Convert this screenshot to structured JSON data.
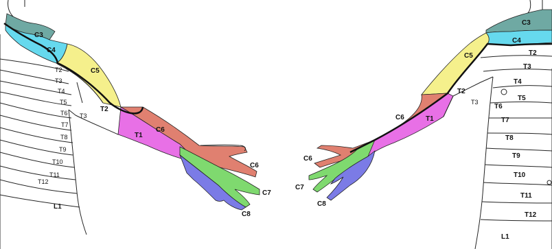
{
  "colors": {
    "C3": "#6fa9a3",
    "C4": "#66d9ee",
    "C5": "#f5f08c",
    "C6": "#e08070",
    "C7": "#7fd96f",
    "C8": "#7b7be6",
    "T1": "#e870e6",
    "T2": "#ffffff",
    "outline": "#222222"
  },
  "left_figure": {
    "labels": {
      "c3": "C3",
      "c4": "C4",
      "c5": "C5",
      "c6_arm": "C6",
      "t1": "T1",
      "t2_arm": "T2",
      "t3_arm": "T3",
      "t2": "T2",
      "t3": "T3",
      "t4": "T4",
      "t5": "T5",
      "t6": "T6",
      "t7": "T7",
      "t8": "T8",
      "t9": "T9",
      "t10": "T10",
      "t11": "T11",
      "t12": "T12",
      "l1": "L1",
      "c6_hand": "C6",
      "c7_hand": "C7",
      "c8_hand": "C8"
    }
  },
  "right_figure": {
    "labels": {
      "c3": "C3",
      "c4": "C4",
      "c5": "C5",
      "c6_arm": "C6",
      "t1": "T1",
      "t2_arm": "T2",
      "t3_arm": "T3",
      "t2": "T2",
      "t3": "T3",
      "t4": "T4",
      "t5": "T5",
      "t6": "T6",
      "t7": "T7",
      "t8": "T8",
      "t9": "T9",
      "t10": "T10",
      "t11": "T11",
      "t12": "T12",
      "l1": "L1",
      "c6_hand": "C6",
      "c7_hand": "C7",
      "c8_hand": "C8"
    }
  }
}
